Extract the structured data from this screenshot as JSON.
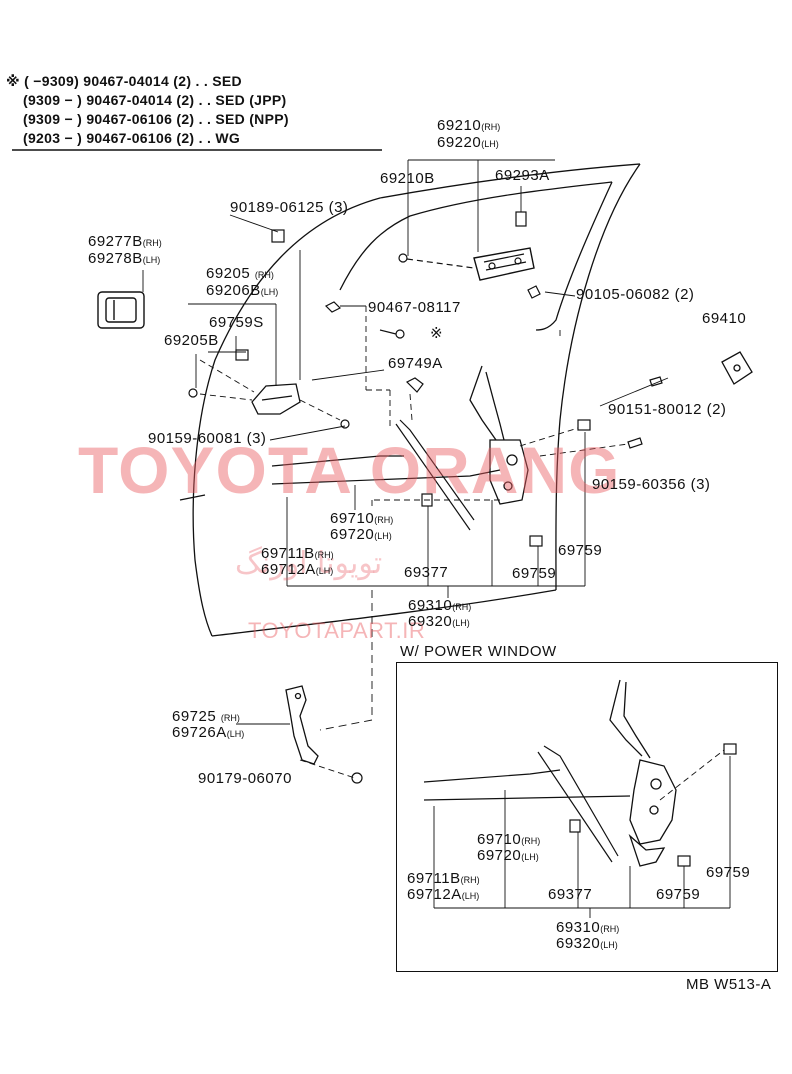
{
  "header_table": {
    "rows": [
      {
        "mark": "※",
        "range": "(      −9309)",
        "part": "90467-04014",
        "qty": "(2)",
        "note": ". . SED"
      },
      {
        "mark": "",
        "range": "(9309 −      )",
        "part": "90467-04014",
        "qty": "(2)",
        "note": ". . SED (JPP)"
      },
      {
        "mark": "",
        "range": "(9309 −      )",
        "part": "90467-06106",
        "qty": "(2)",
        "note": ". . SED (NPP)"
      },
      {
        "mark": "",
        "range": "(9203 −      )",
        "part": "90467-06106",
        "qty": "(2)",
        "note": ". . WG"
      }
    ]
  },
  "labels": {
    "p69210": "69210",
    "p69210_rh": "(RH)",
    "p69220": "69220",
    "p69220_lh": "(LH)",
    "p69210B": "69210B",
    "p69293A": "69293A",
    "p90189": "90189-06125 (3)",
    "p69277B": "69277B",
    "p69277B_rh": "(RH)",
    "p69278B": "69278B",
    "p69278B_lh": "(LH)",
    "p69205": "69205",
    "p69205_rh": "(RH)",
    "p69206B": "69206B",
    "p69206B_lh": "(LH)",
    "p90467_08117": "90467-08117",
    "p90105": "90105-06082 (2)",
    "p69410": "69410",
    "p69759S": "69759S",
    "p69205B": "69205B",
    "mark_asterisk": "※",
    "p69749A": "69749A",
    "p90151": "90151-80012 (2)",
    "p90159_60081": "90159-60081 (3)",
    "p90159_60356": "90159-60356 (3)",
    "p69710": "69710",
    "p69710_rh": "(RH)",
    "p69720": "69720",
    "p69720_lh": "(LH)",
    "p69711B": "69711B",
    "p69711B_rh": "(RH)",
    "p69712A": "69712A",
    "p69712A_lh": "(LH)",
    "p69759_a": "69759",
    "p69377": "69377",
    "p69759_b": "69759",
    "p69310": "69310",
    "p69310_rh": "(RH)",
    "p69320": "69320",
    "p69320_lh": "(LH)",
    "p69725": "69725",
    "p69725_rh": "(RH)",
    "p69726A": "69726A",
    "p69726A_lh": "(LH)",
    "p90179": "90179-06070",
    "pw_title": "W/ POWER WINDOW",
    "pw_69710": "69710",
    "pw_69710_rh": "(RH)",
    "pw_69720": "69720",
    "pw_69720_lh": "(LH)",
    "pw_69711B": "69711B",
    "pw_69711B_rh": "(RH)",
    "pw_69712A": "69712A",
    "pw_69712A_lh": "(LH)",
    "pw_69759_a": "69759",
    "pw_69377": "69377",
    "pw_69759_b": "69759",
    "pw_69310": "69310",
    "pw_69310_rh": "(RH)",
    "pw_69320": "69320",
    "pw_69320_lh": "(LH)",
    "footer": "MB W513-A"
  },
  "watermark": {
    "main": "TOYOTA ORANG",
    "persian": "تویوتا اورنگ",
    "url": "TOYOTAPART.IR",
    "color": "#e85a60"
  }
}
